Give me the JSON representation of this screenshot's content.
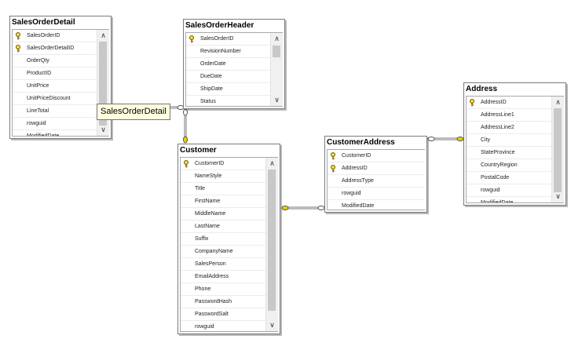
{
  "tooltip": "SalesOrderDetail",
  "tables": {
    "sales_order_detail": {
      "title": "SalesOrderDetail",
      "columns": [
        {
          "name": "SalesOrderID",
          "key": true
        },
        {
          "name": "SalesOrderDetailID",
          "key": true
        },
        {
          "name": "OrderQty",
          "key": false
        },
        {
          "name": "ProductID",
          "key": false
        },
        {
          "name": "UnitPrice",
          "key": false
        },
        {
          "name": "UnitPriceDiscount",
          "key": false
        },
        {
          "name": "LineTotal",
          "key": false
        },
        {
          "name": "rowguid",
          "key": false
        },
        {
          "name": "ModifiedDate",
          "key": false
        }
      ]
    },
    "sales_order_header": {
      "title": "SalesOrderHeader",
      "columns": [
        {
          "name": "SalesOrderID",
          "key": true
        },
        {
          "name": "RevisionNumber",
          "key": false
        },
        {
          "name": "OrderDate",
          "key": false
        },
        {
          "name": "DueDate",
          "key": false
        },
        {
          "name": "ShipDate",
          "key": false
        },
        {
          "name": "Status",
          "key": false
        }
      ]
    },
    "customer": {
      "title": "Customer",
      "columns": [
        {
          "name": "CustomerID",
          "key": true
        },
        {
          "name": "NameStyle",
          "key": false
        },
        {
          "name": "Title",
          "key": false
        },
        {
          "name": "FirstName",
          "key": false
        },
        {
          "name": "MiddleName",
          "key": false
        },
        {
          "name": "LastName",
          "key": false
        },
        {
          "name": "Suffix",
          "key": false
        },
        {
          "name": "CompanyName",
          "key": false
        },
        {
          "name": "SalesPerson",
          "key": false
        },
        {
          "name": "EmailAddress",
          "key": false
        },
        {
          "name": "Phone",
          "key": false
        },
        {
          "name": "PasswordHash",
          "key": false
        },
        {
          "name": "PasswordSalt",
          "key": false
        },
        {
          "name": "rowguid",
          "key": false
        }
      ]
    },
    "customer_address": {
      "title": "CustomerAddress",
      "columns": [
        {
          "name": "CustomerID",
          "key": true
        },
        {
          "name": "AddressID",
          "key": true
        },
        {
          "name": "AddressType",
          "key": false
        },
        {
          "name": "rowguid",
          "key": false
        },
        {
          "name": "ModifiedDate",
          "key": false
        }
      ]
    },
    "address": {
      "title": "Address",
      "columns": [
        {
          "name": "AddressID",
          "key": true
        },
        {
          "name": "AddressLine1",
          "key": false
        },
        {
          "name": "AddressLine2",
          "key": false
        },
        {
          "name": "City",
          "key": false
        },
        {
          "name": "StateProvince",
          "key": false
        },
        {
          "name": "CountryRegion",
          "key": false
        },
        {
          "name": "PostalCode",
          "key": false
        },
        {
          "name": "rowguid",
          "key": false
        },
        {
          "name": "ModifiedDate",
          "key": false
        }
      ]
    }
  }
}
